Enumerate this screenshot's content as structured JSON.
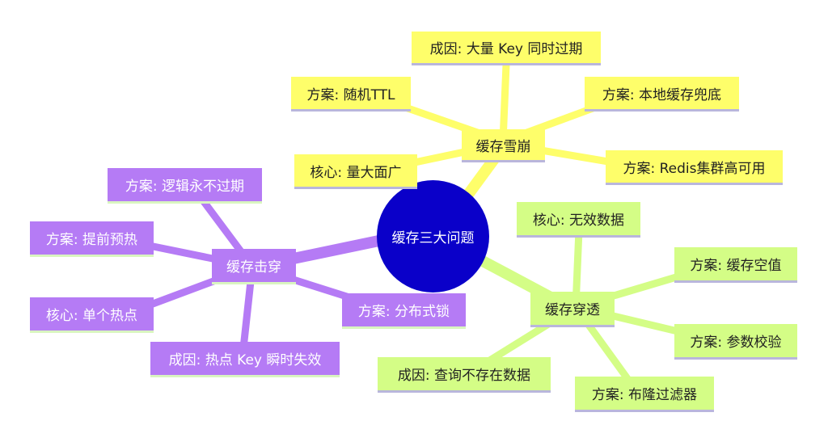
{
  "center": "缓存三大问题",
  "colors": {
    "center": "#0a00c9",
    "avalanche": "#fefe6a",
    "penetration": "#d4fd86",
    "breakdown": "#b57bf5"
  },
  "branches": {
    "avalanche": {
      "label": "缓存雪崩",
      "items": {
        "cause": "成因: 大量 Key 同时过期",
        "ttl": "方案: 随机TTL",
        "local": "方案: 本地缓存兜底",
        "core": "核心: 量大面广",
        "redis": "方案: Redis集群高可用"
      }
    },
    "penetration": {
      "label": "缓存穿透",
      "items": {
        "core": "核心: 无效数据",
        "null": "方案: 缓存空值",
        "validate": "方案: 参数校验",
        "cause": "成因: 查询不存在数据",
        "bloom": "方案: 布隆过滤器"
      }
    },
    "breakdown": {
      "label": "缓存击穿",
      "items": {
        "never": "方案: 逻辑永不过期",
        "preheat": "方案: 提前预热",
        "core": "核心: 单个热点",
        "cause": "成因: 热点 Key 瞬时失效",
        "lock": "方案: 分布式锁"
      }
    }
  }
}
